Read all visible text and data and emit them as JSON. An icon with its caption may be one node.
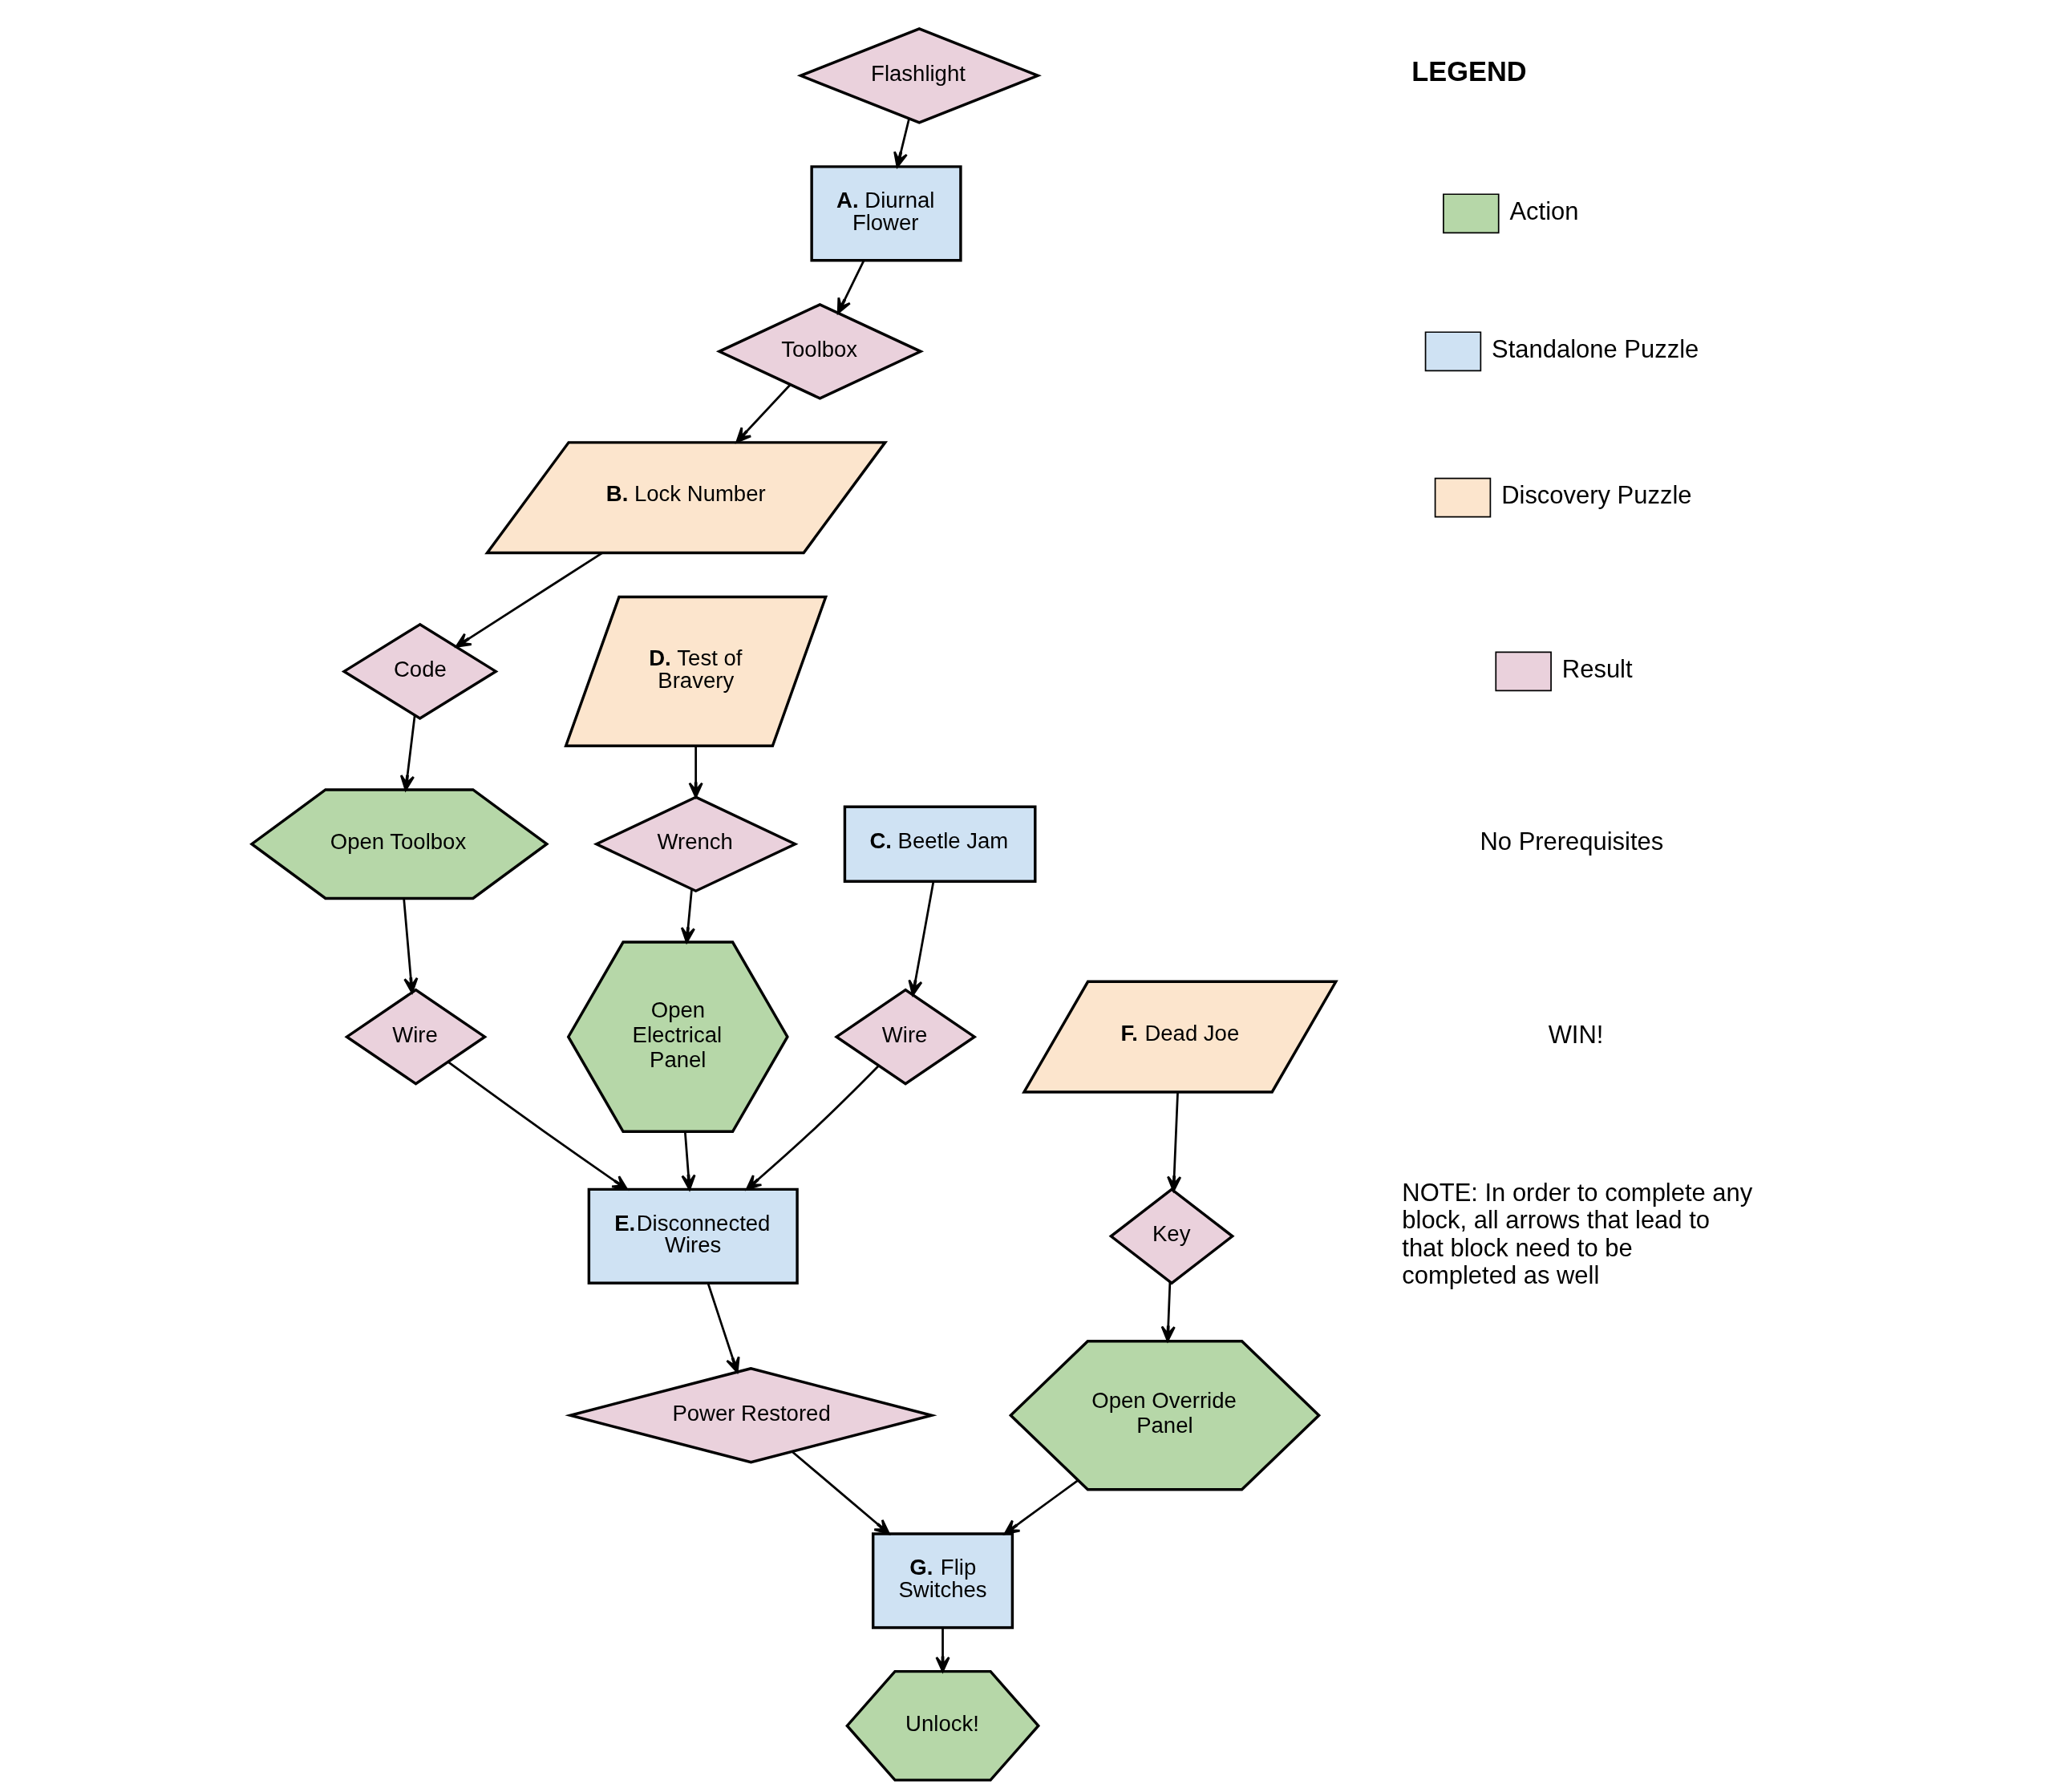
{
  "diagram": {
    "nodes": [
      {
        "text": [
          "Flashlight"
        ]
      },
      {
        "text": [
          "**A.** Diurnal Flower"
        ]
      },
      {
        "text": [
          "Toolbox"
        ]
      },
      {
        "text": [
          "**B.** Lock Number"
        ]
      },
      {
        "text": [
          "Code"
        ]
      },
      {
        "text": [
          "Open Toolbox"
        ]
      },
      {
        "text": [
          "Wire"
        ]
      },
      {
        "text": [
          "**D.** Test of Bravery"
        ]
      },
      {
        "text": [
          "Wrench"
        ]
      },
      {
        "text": [
          "Open Electrical Panel"
        ]
      },
      {
        "text": [
          "**C.** Beetle Jam"
        ]
      },
      {
        "text": [
          "Wire"
        ]
      },
      {
        "text": [
          "**E.**Disconnected Wires"
        ]
      },
      {
        "text": [
          "Power Restored"
        ]
      },
      {
        "text": [
          "**F.** Dead Joe"
        ]
      },
      {
        "text": [
          "Key"
        ]
      },
      {
        "text": [
          "Open Override Panel"
        ]
      },
      {
        "text": [
          "**G.** Flip Switches"
        ]
      },
      {
        "text": [
          "Unlock!"
        ]
      }
    ],
    "edges": [
      {
        "from": 0,
        "to": 1,
        "arrow": "to"
      },
      {
        "from": 1,
        "to": 2,
        "arrow": "to"
      },
      {
        "from": 2,
        "to": 3,
        "arrow": "to"
      },
      {
        "from": 3,
        "to": 4,
        "arrow": "to"
      },
      {
        "from": 4,
        "to": 5,
        "arrow": "to"
      },
      {
        "from": 5,
        "to": 6,
        "arrow": "to"
      },
      {
        "from": 7,
        "to": 8,
        "arrow": "to"
      },
      {
        "from": 8,
        "to": 9,
        "arrow": "to"
      },
      {
        "from": 10,
        "to": 11,
        "arrow": "to"
      },
      {
        "from": 9,
        "to": 12,
        "arrow": "to"
      },
      {
        "from": 6,
        "to": 12,
        "arrow": "to"
      },
      {
        "from": 11,
        "to": 12,
        "arrow": "to"
      },
      {
        "from": 12,
        "to": 13,
        "arrow": "to"
      },
      {
        "from": 14,
        "to": 15,
        "arrow": "to"
      },
      {
        "from": 15,
        "to": 16,
        "arrow": "to"
      },
      {
        "from": 16,
        "to": 17,
        "arrow": "to"
      },
      {
        "from": 13,
        "to": 17,
        "arrow": "to"
      },
      {
        "from": 17,
        "to": 18,
        "arrow": "to"
      }
    ],
    "labels": [
      "LEGEND",
      "NOTE: In order to complete any block, all arrows that lead to that block need to be completed as well"
    ],
    "legend": [
      {
        "text": "Action",
        "color": "#b6d7a8"
      },
      {
        "text": "Standalone Puzzle",
        "color": "#cfe2f3"
      },
      {
        "text": "Discovery Puzzle",
        "color": "#fce5cd"
      },
      {
        "text": "Result",
        "color": "#ead1dc"
      },
      {
        "text": "No Prerequisites"
      },
      {
        "text": "WIN!"
      }
    ]
  }
}
